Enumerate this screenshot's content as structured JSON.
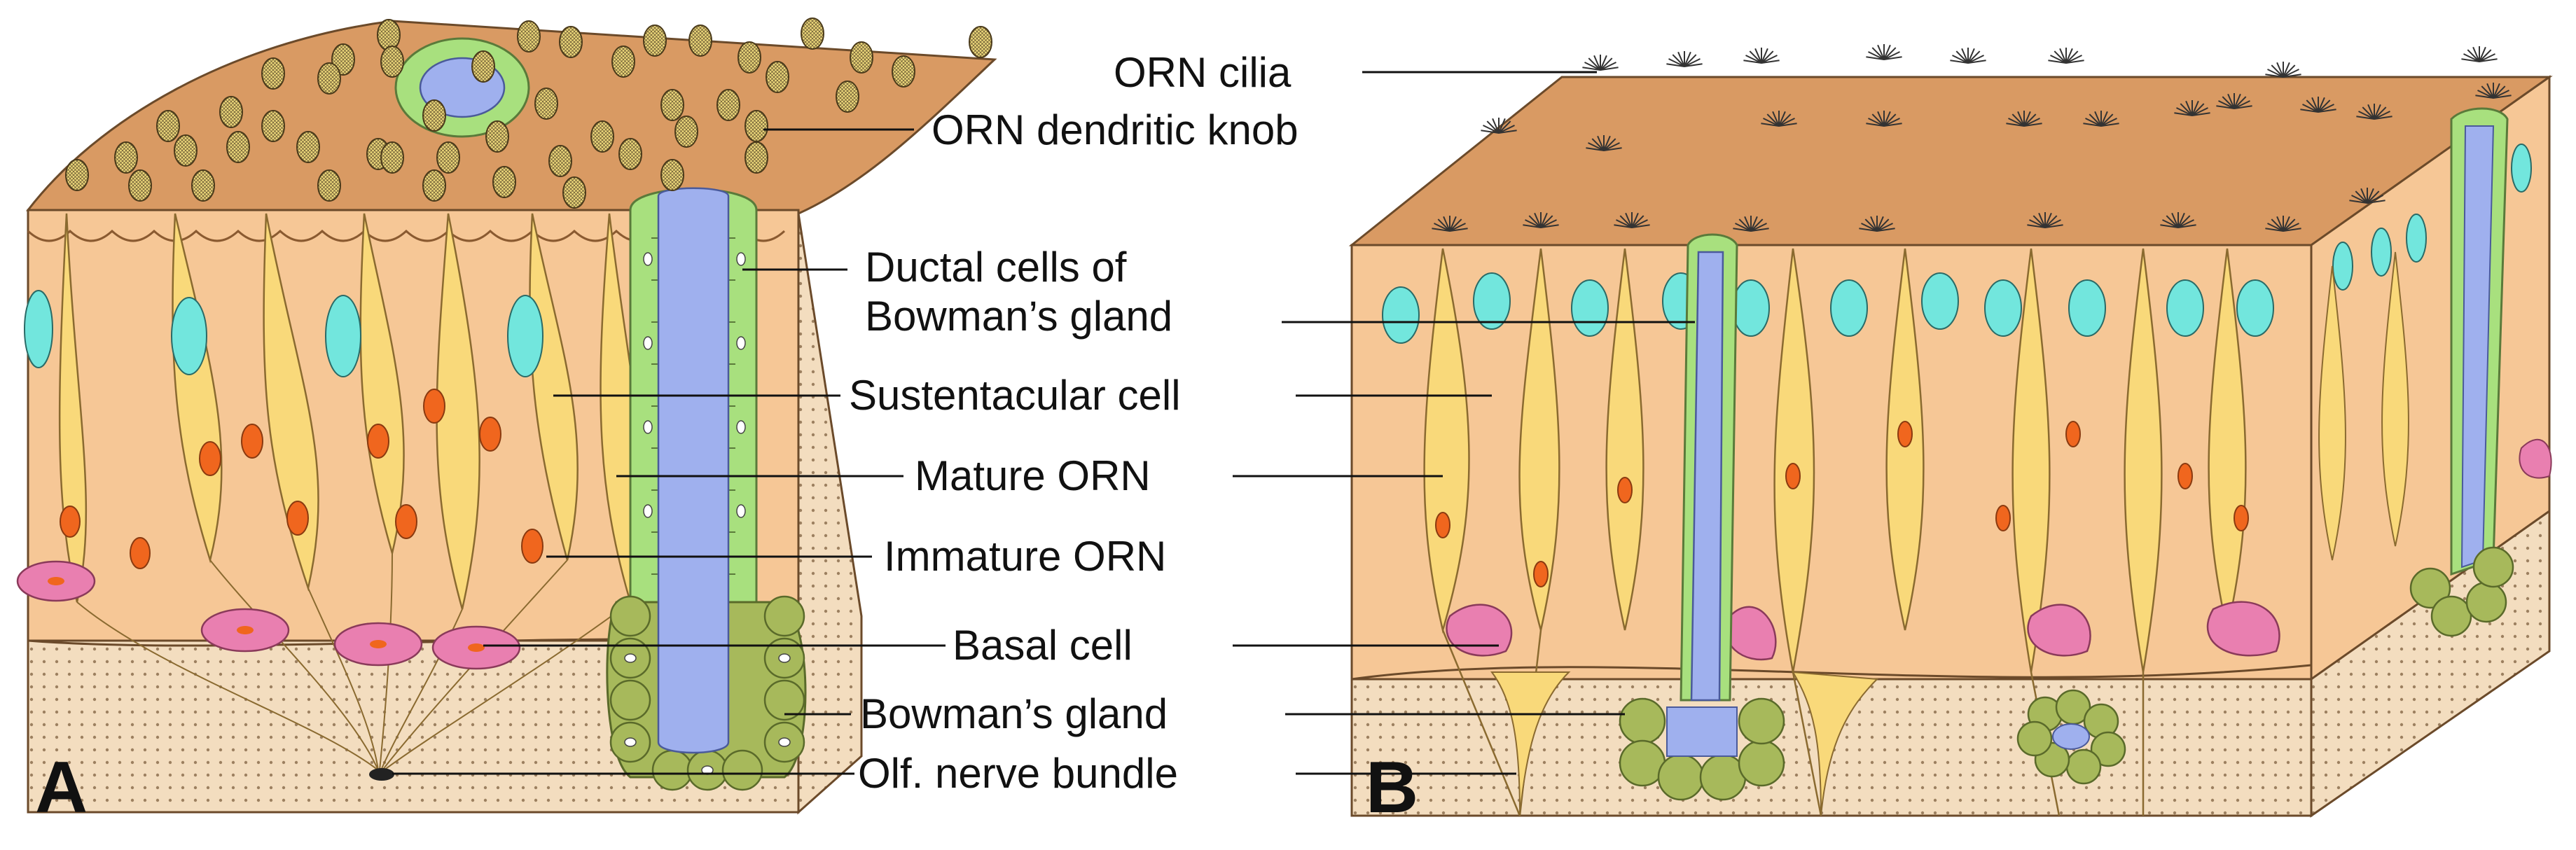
{
  "panels": [
    {
      "letter": "A"
    },
    {
      "letter": "B"
    }
  ],
  "labels": {
    "cilia": "ORN cilia",
    "knob": "ORN dendritic knob",
    "ductal_1": "Ductal cells of",
    "ductal_2": "Bowman’s gland",
    "sustentacular": "Sustentacular cell",
    "mature": "Mature ORN",
    "immature": "Immature ORN",
    "basal": "Basal cell",
    "gland": "Bowman’s gland",
    "nerve": "Olf. nerve bundle"
  },
  "colors": {
    "surface": "#d99a63",
    "epithelium": "#f6c796",
    "lamina": "#f3ddbf",
    "orn": "#f9d97a",
    "sustentacular_nucleus": "#72e6dd",
    "orn_nucleus": "#f0661e",
    "basal_cell": "#e97fb0",
    "gland": "#a7b95b",
    "duct": "#a8e07e",
    "lumen": "#9fb0ee",
    "knob": "#ecd77a"
  }
}
